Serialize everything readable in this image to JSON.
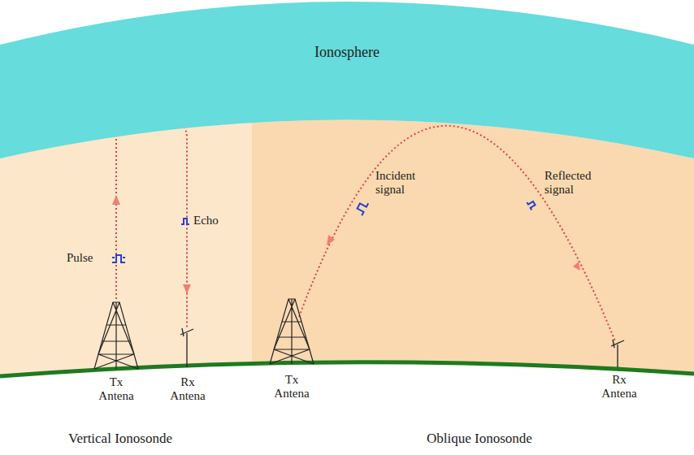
{
  "diagram": {
    "nodes": [
      {
        "text": [
          "Ionosphere"
        ]
      }
    ],
    "labels": [
      "Pulse",
      "Echo",
      "Incident signal",
      "Reflected signal",
      "Tx Antena",
      "Rx Antena",
      "Tx Antena",
      "Rx Antena",
      "Vertical Ionosonde",
      "Oblique Ionosonde"
    ]
  }
}
